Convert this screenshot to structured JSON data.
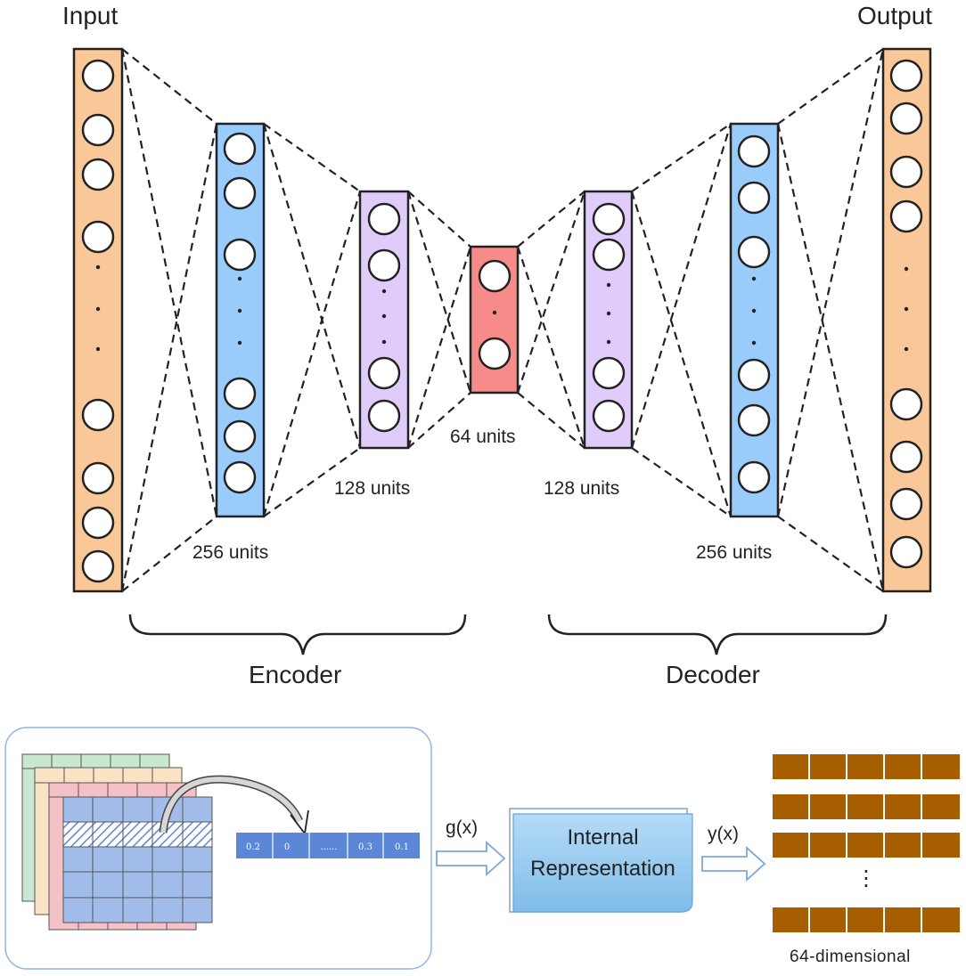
{
  "autoencoder": {
    "input_label": "Input",
    "output_label": "Output",
    "layers": [
      {
        "id": "input",
        "units_label": "",
        "color": "#fac898"
      },
      {
        "id": "enc256",
        "units_label": "256 units",
        "color": "#99ccfa"
      },
      {
        "id": "enc128",
        "units_label": "128 units",
        "color": "#e0ccfa"
      },
      {
        "id": "bottleneck",
        "units_label": "64 units",
        "color": "#f68b8a"
      },
      {
        "id": "dec128",
        "units_label": "128 units",
        "color": "#e0ccfa"
      },
      {
        "id": "dec256",
        "units_label": "256 units",
        "color": "#99ccfa"
      },
      {
        "id": "output",
        "units_label": "",
        "color": "#fac898"
      }
    ],
    "encoder_label": "Encoder",
    "decoder_label": "Decoder"
  },
  "pipeline": {
    "vector_cells": [
      "0.2",
      "0",
      "......",
      "0.3",
      "0.1"
    ],
    "gx_label": "g(x)",
    "yx_label": "y(x)",
    "internal_line1": "Internal",
    "internal_line2": "Representation",
    "output_dots": "⋮",
    "output_caption": "64-dimensional",
    "colors": {
      "grid_front": "#a3bdea",
      "grid_pink": "#f4c2c6",
      "grid_yellow": "#f9e3c4",
      "grid_green": "#c8e8d2",
      "vector": "#5b87d6",
      "output_rows": "#a65e00",
      "internal_box": "#8fc6ec"
    }
  }
}
